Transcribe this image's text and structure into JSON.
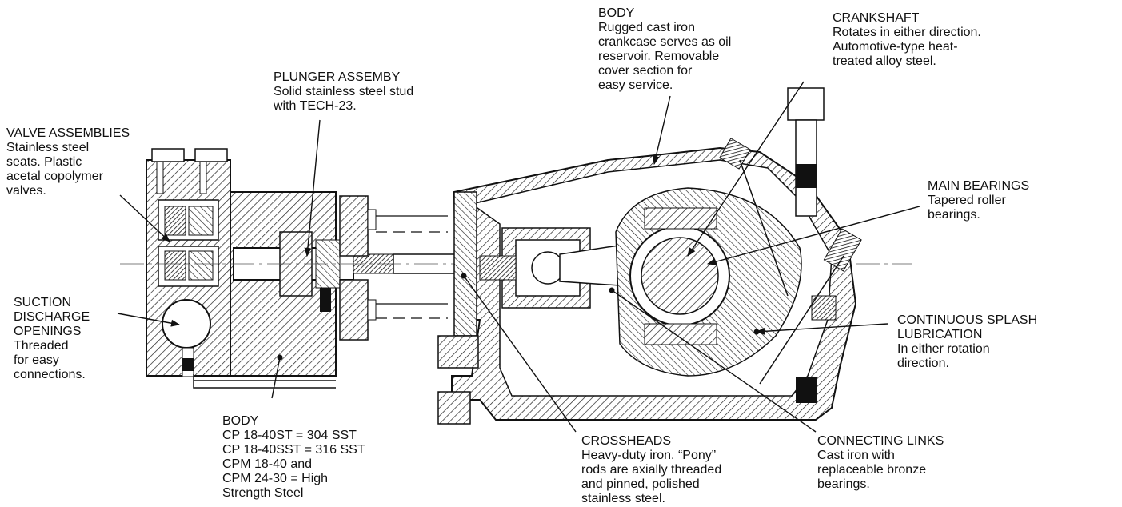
{
  "labels": {
    "body_top": {
      "title": "BODY",
      "desc": "Rugged cast iron\ncrankcase serves as oil\nreservoir. Removable\ncover section for\neasy service."
    },
    "crankshaft": {
      "title": "CRANKSHAFT",
      "desc": "Rotates in either direction.\nAutomotive-type heat-\ntreated alloy steel."
    },
    "plunger": {
      "title": "PLUNGER ASSEMBY",
      "desc": "Solid stainless steel stud\nwith TECH-23."
    },
    "valve": {
      "title": "VALVE ASSEMBLIES",
      "desc": "Stainless steel\nseats. Plastic\nacetal copolymer\nvalves."
    },
    "main_bearings": {
      "title": "MAIN BEARINGS",
      "desc": "Tapered roller\nbearings."
    },
    "suction": {
      "title": "SUCTION\nDISCHARGE\nOPENINGS",
      "desc": "Threaded\nfor easy\nconnections."
    },
    "lubrication": {
      "title": "CONTINUOUS SPLASH\nLUBRICATION",
      "desc": "In either rotation\ndirection."
    },
    "body_bottom": {
      "title": "BODY",
      "desc": "CP 18-40ST = 304 SST\nCP 18-40SST = 316 SST\nCPM 18-40 and\nCPM 24-30 = High\nStrength Steel"
    },
    "crossheads": {
      "title": "CROSSHEADS",
      "desc": "Heavy-duty iron. “Pony”\nrods are axially threaded\nand pinned, polished\nstainless steel."
    },
    "connecting_links": {
      "title": "CONNECTING LINKS",
      "desc": "Cast iron with\nreplaceable bronze\nbearings."
    }
  }
}
